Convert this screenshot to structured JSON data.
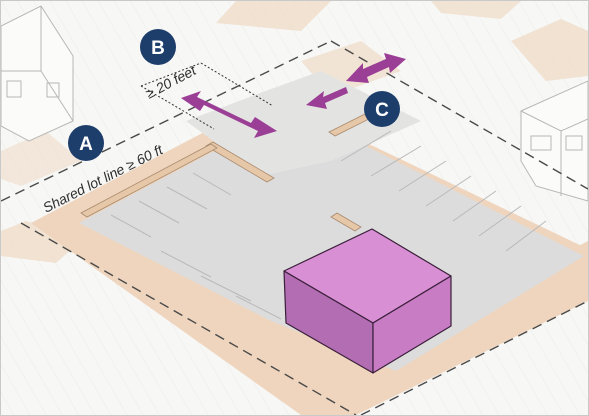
{
  "colors": {
    "lot_fill": "#dcdcdc",
    "setback_fill": "#efd5bd",
    "building_top": "#d88fd4",
    "building_left": "#b36db2",
    "building_right": "#c77cc4",
    "arrow": "#9b3e95",
    "badge": "#1d3e6b",
    "ground": "#f7f7f6"
  },
  "markers": {
    "a": "A",
    "b": "B",
    "c": "C"
  },
  "dimensions": {
    "shared_lot_line": "Shared lot line ≥ 60 ft",
    "width_label": "≥ 20 feet"
  },
  "icons": [
    "double-arrow-icon",
    "double-arrow-icon",
    "double-arrow-icon"
  ]
}
